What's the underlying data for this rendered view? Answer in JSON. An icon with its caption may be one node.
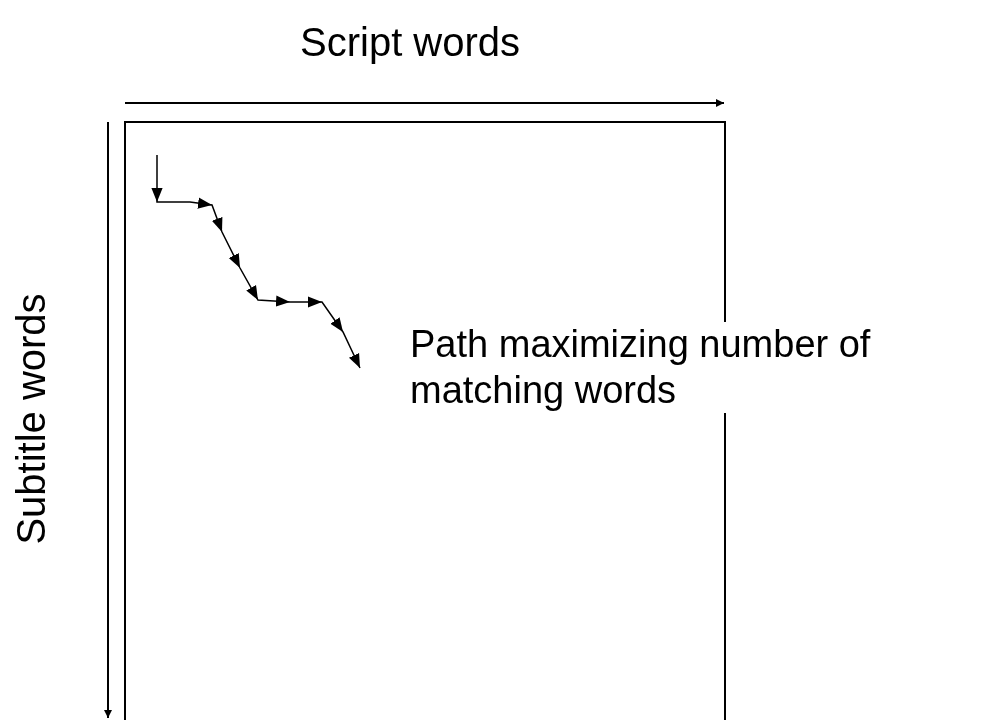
{
  "diagram": {
    "labels": [
      "Script words",
      "Subtitle words",
      "Path maximizing number of matching words"
    ]
  }
}
